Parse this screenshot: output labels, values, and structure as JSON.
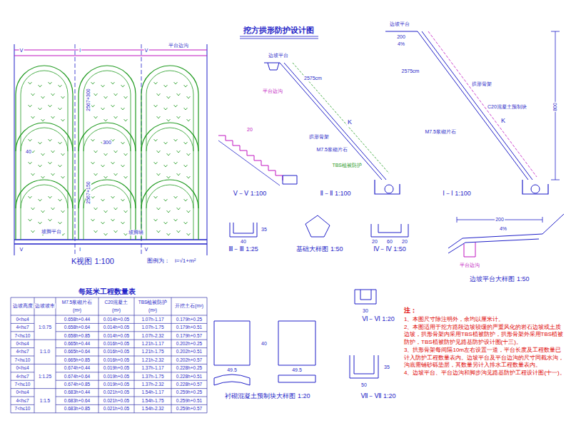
{
  "diagram": {
    "title": "挖方拱形防护设计图",
    "labels": [
      "平台边沟",
      "Ⅴ",
      "Ⅰ",
      "Ⅴ",
      "Ⅴ",
      "Ⅰ",
      "Ⅴ",
      "300",
      "40",
      "2567+300",
      "2567+150",
      "坡脚平台",
      "坡脚墙",
      "K视图 1:100",
      "图例为：",
      "i=√1+m²",
      "20",
      "Ⅴ－Ⅴ 1:100",
      "边坡平台",
      "2575cm",
      "平台边沟",
      "K",
      "M7.5浆砌片石",
      "TBS植被防护",
      "Ⅱ－Ⅱ 1:100",
      "拱形骨架",
      "边坡平台",
      "200",
      "4%",
      "2575cm",
      "拱形骨架",
      "C20混凝土预制块",
      "M7.5浆砌片石",
      "K",
      "800",
      "Ⅰ－Ⅰ 1:100",
      "Ⅲ－Ⅲ 1:25",
      "40",
      "35",
      "基础大样图 1:50",
      "Ⅳ－Ⅳ 1:50",
      "20",
      "60",
      "20",
      "200",
      "4%",
      "边坡平台大样图 1:50",
      "平台边沟",
      "49.5",
      "49.5",
      "40",
      "衬砌混凝土预制块大样图 1:20",
      "30",
      "Ⅵ－Ⅵ 1:20",
      "50",
      "35",
      "Ⅶ－Ⅶ 1:20",
      "每延米工程数量表",
      "边坡高度",
      "边坡坡率",
      "M7.5浆砌片石",
      "(m³)",
      "C20混凝土",
      "(m³)",
      "TBS植被防护",
      "(m²)",
      "开挖土石(m³)",
      "1:0.75",
      "0<h≤4",
      "0.658h+0.44",
      "0.014h+0.05",
      "1.07h-1.17",
      "0.179h+0.25",
      "4<h≤7",
      "0.658h+0.64",
      "0.014h+0.05",
      "1.07h-1.75",
      "0.179h+0.51",
      "7<h≤10",
      "0.658h+0.85",
      "0.014h+0.05",
      "1.07h-2.32",
      "0.179h+0.57",
      "1:1.0",
      "0<h≤4",
      "0.665h+0.44",
      "0.016h+0.05",
      "1.21h-1.17",
      "0.202h+0.25",
      "4<h≤7",
      "0.665h+0.64",
      "0.016h+0.05",
      "1.21h-1.75",
      "0.202h+0.51",
      "7<h≤10",
      "0.665h+0.85",
      "0.016h+0.05",
      "1.21h-2.32",
      "0.202h+0.57",
      "1:1.25",
      "0<h≤4",
      "0.674h+0.44",
      "0.019h+0.05",
      "1.37h-1.17",
      "0.228h+0.25",
      "4<h≤7",
      "0.674h+0.64",
      "0.019h+0.05",
      "1.37h-1.75",
      "0.228h+0.51",
      "7<h≤10",
      "0.674h+0.85",
      "0.019h+0.05",
      "1.37h-2.32",
      "0.228h+0.57",
      "1:1.5",
      "0<h≤4",
      "0.683h+0.44",
      "0.021h+0.05",
      "1.54h-1.17",
      "0.259h+0.25",
      "4<h≤7",
      "0.683h+0.64",
      "0.021h+0.05",
      "1.54h-1.75",
      "0.259h+0.51",
      "7<h≤10",
      "0.683h+0.85",
      "0.021h+0.05",
      "1.54h-2.32",
      "0.259h+0.57",
      "注：",
      "1、本图尺寸除注明外，余均以厘米计。",
      "2、本图适用于挖方路段边坡较缓的严重风化的岩石边坡或土质边坡，拱形骨架内采用TBS植被防护，拱形骨架外采用TBS植被防护，TBS植被防护见路基防护设计图(十三)。",
      "3、拱形骨架每间隔10m左右设置一道，平台长度及工程数量已计入防护工程数量表内。边坡平台及平台边沟的尺寸同截水沟，沟底需铺砂砾垫层，其数量另计入排水工程数量表内。",
      "4、边坡平台、平台边沟和脚步沟见路基防护工程设计图(十一)。"
    ]
  }
}
